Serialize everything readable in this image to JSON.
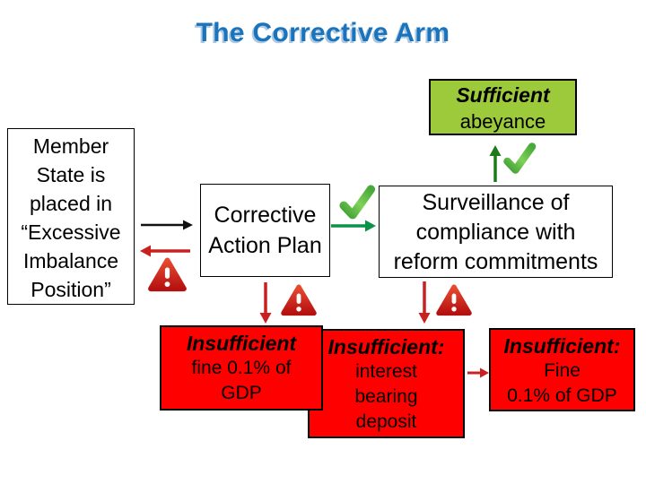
{
  "title": {
    "text": "The Corrective Arm"
  },
  "boxes": {
    "member_state": {
      "lines": [
        "Member",
        "State is",
        "placed in",
        "“Excessive",
        "Imbalance",
        "Position”"
      ]
    },
    "corrective_action_plan": {
      "lines": [
        "Corrective",
        "Action Plan"
      ]
    },
    "surveillance": {
      "lines": [
        "Surveillance of",
        "compliance with",
        "reform commitments"
      ]
    },
    "sufficient": {
      "heading": "Sufficient",
      "body_lines": [
        "abeyance"
      ]
    },
    "insufficient_fine": {
      "heading": "Insufficient",
      "body_lines": [
        "fine 0.1% of",
        "GDP"
      ]
    },
    "insufficient_deposit": {
      "heading": "Insufficient:",
      "body_lines": [
        "interest",
        "bearing",
        "deposit"
      ]
    },
    "insufficient_fine_gdp": {
      "heading": "Insufficient:",
      "body_lines": [
        "Fine",
        "0.1% of GDP"
      ]
    }
  },
  "icons": {
    "check_icon": "✓",
    "warning_icon": "⚠"
  },
  "colors": {
    "title_blue": "#1b74bb",
    "title_shadow": "#adc9e2",
    "box_border": "#000000",
    "green_fill": "#9cca3b",
    "red_fill": "#fe0000",
    "arrow_black": "#111111",
    "arrow_red": "#c92020",
    "arrow_green": "#0b9246",
    "arrow_dark_green": "#1c7a1c",
    "check_green": "#55b944",
    "warning_red": "#cf1d17"
  }
}
